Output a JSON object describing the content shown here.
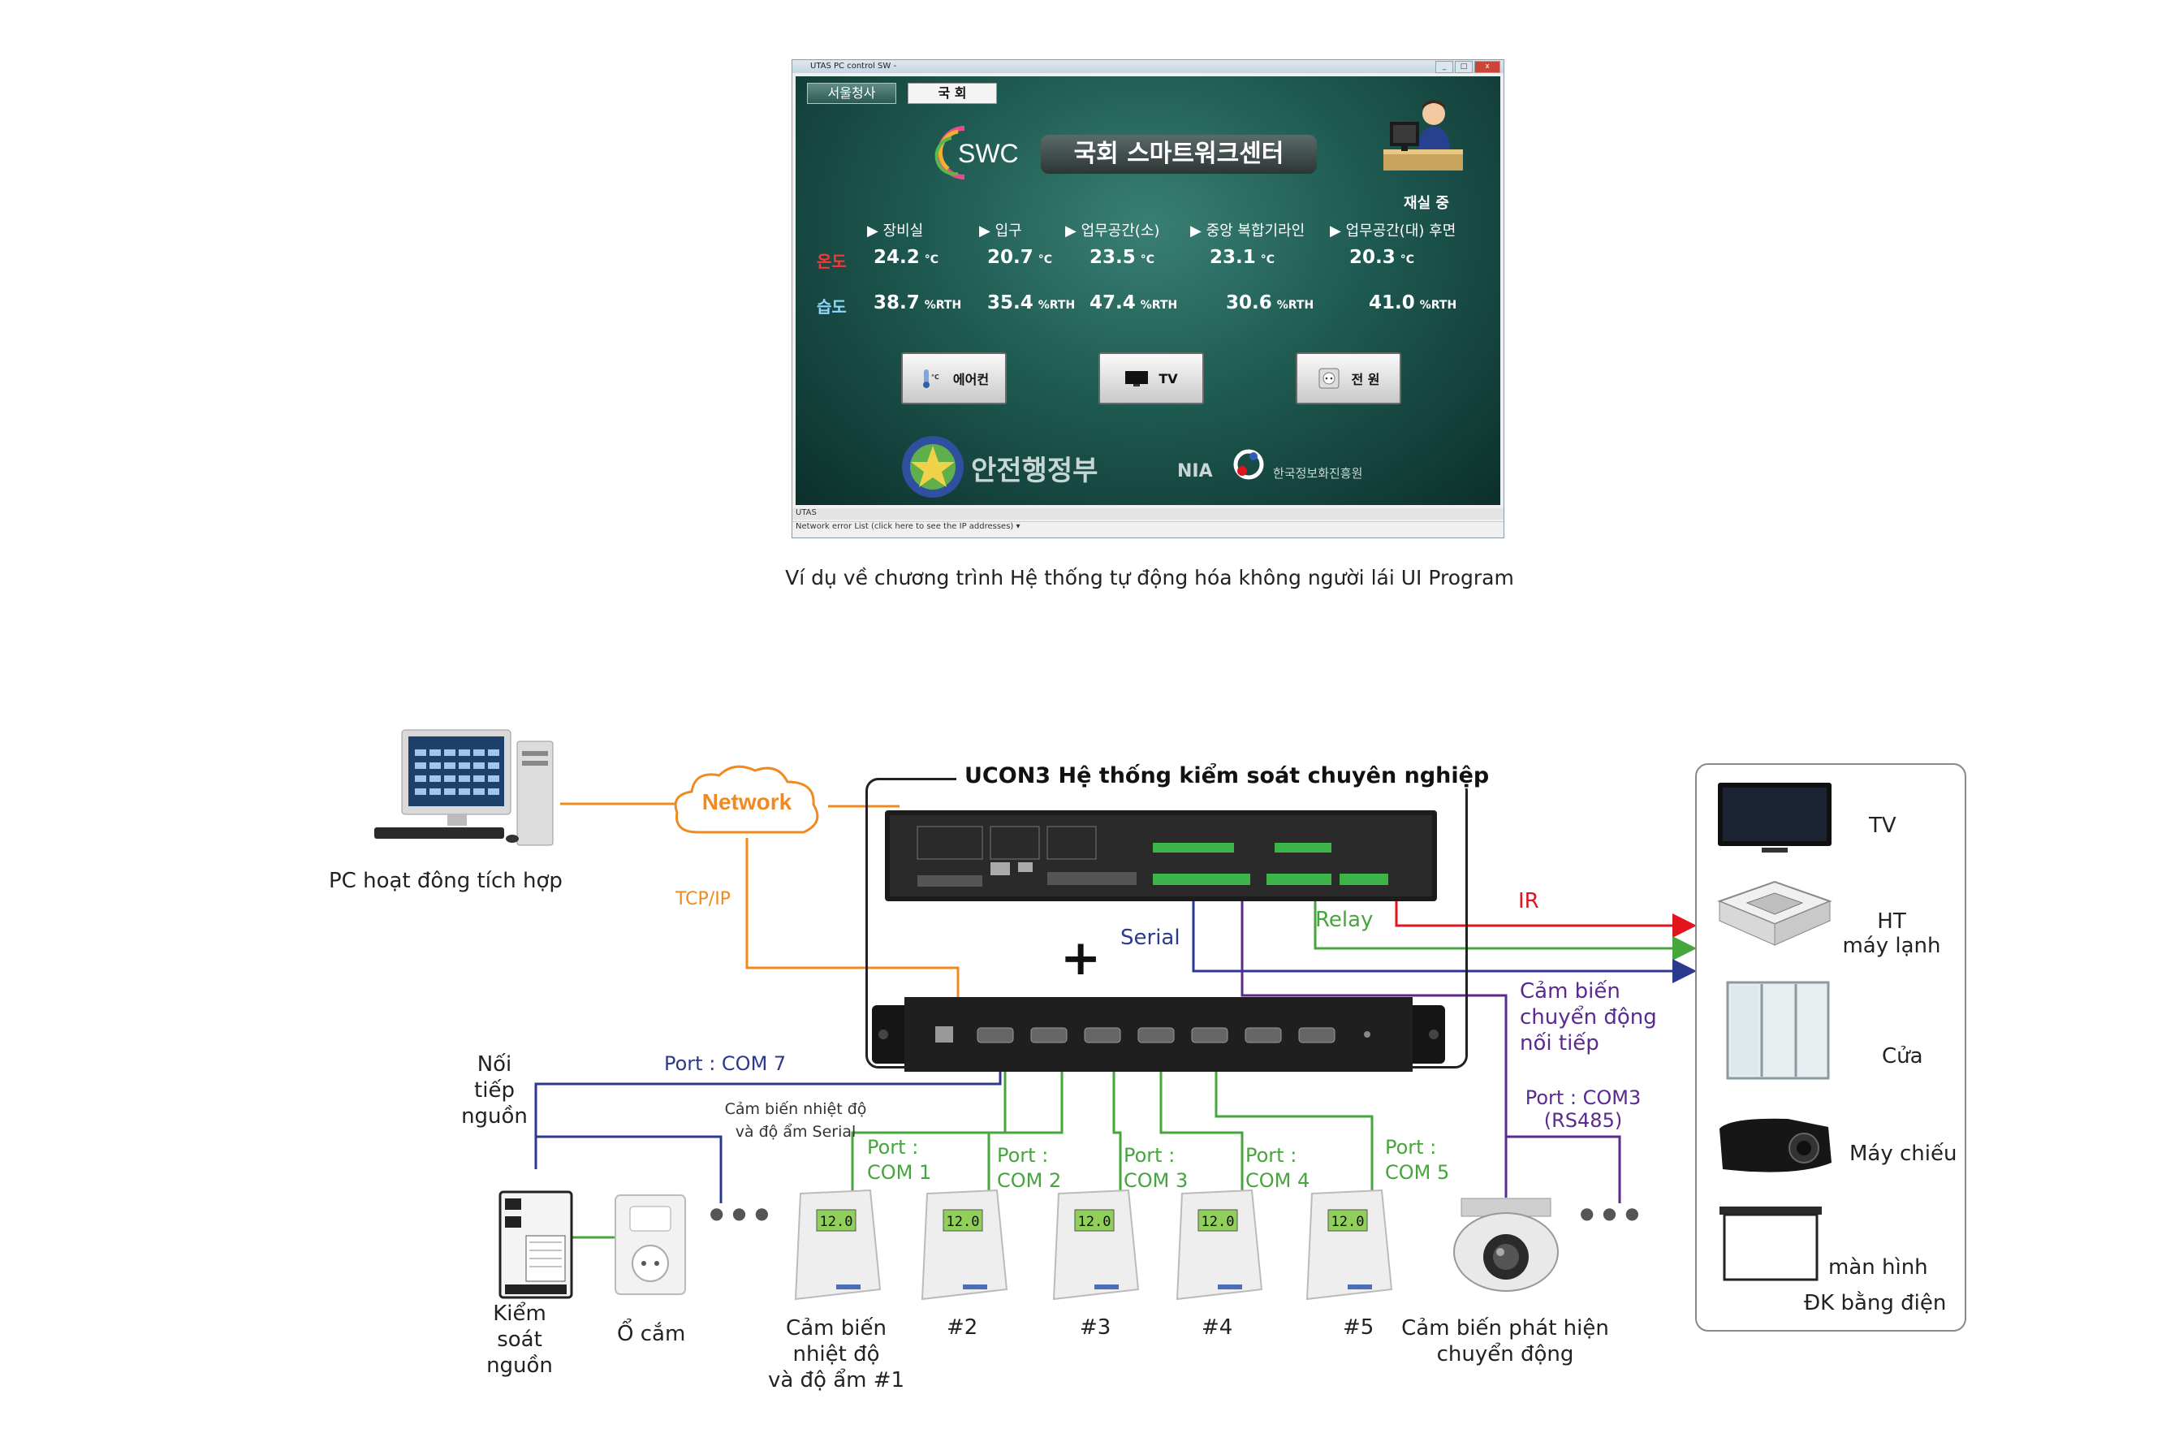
{
  "window": {
    "title": "UTAS PC control SW -",
    "controls": [
      "_",
      "□",
      "x"
    ],
    "tabs": [
      "서울청사",
      "국 회"
    ],
    "logo_text": "SWC",
    "banner": "국회 스마트워크센터",
    "status": "재실 중",
    "zones": [
      "▶ 장비실",
      "▶ 입구",
      "▶ 업무공간(소)",
      "▶ 중앙 복합기라인",
      "▶ 업무공간(대) 후면"
    ],
    "temp_label": "온도",
    "humidity_label": "습도",
    "temps": [
      "24.2",
      "20.7",
      "23.5",
      "23.1",
      "20.3"
    ],
    "temp_unit": "°C",
    "humidities": [
      "38.7",
      "35.4",
      "47.4",
      "30.6",
      "41.0"
    ],
    "humidity_unit": "%RTH",
    "buttons": [
      "에어컨",
      "TV",
      "전 원"
    ],
    "ac_icon_text": "°C",
    "gov_name": "안전행정부",
    "nia": "NIA",
    "nia_org": "한국정보화진흥원",
    "statusbar": "UTAS",
    "network_error": "Network error List (click here to see the IP addresses) ▾"
  },
  "caption": "Ví dụ về chương trình Hệ thống tự động hóa không người lái UI Program",
  "diagram": {
    "pc_label": "PC hoạt đông tích hợp",
    "network": "Network",
    "tcpip": "TCP/IP",
    "ucon3_title": "UCON3 Hệ thống kiểm soát chuyên nghiệp",
    "plus": "+",
    "serial": "Serial",
    "relay": "Relay",
    "ir": "IR",
    "motion_serial": [
      "Cảm biến",
      "chuyển động",
      "nối tiếp"
    ],
    "port_com7": "Port : COM 7",
    "power_serial": [
      "Nối",
      "tiếp",
      "nguồn"
    ],
    "th_serial": [
      "Cảm biến nhiệt độ",
      "và độ ẩm Serial"
    ],
    "ports": [
      [
        "Port :",
        "COM 1"
      ],
      [
        "Port :",
        "COM 2"
      ],
      [
        "Port :",
        "COM 3"
      ],
      [
        "Port :",
        "COM 4"
      ],
      [
        "Port :",
        "COM 5"
      ]
    ],
    "port_com3": [
      "Port : COM3",
      "(RS485)"
    ],
    "power_control": [
      "Kiểm",
      "soát",
      "nguồn"
    ],
    "outlet": "Ổ cắm",
    "sensor1": [
      "Cảm biến",
      "nhiệt độ",
      "và độ ẩm #1"
    ],
    "sensors": [
      "#2",
      "#3",
      "#4",
      "#5"
    ],
    "motion_sensor": [
      "Cảm biến phát hiện",
      "chuyển động"
    ],
    "sensor_display": "12.0",
    "dots": "● ● ●",
    "devices": [
      [
        "TV"
      ],
      [
        "HT",
        "máy lạnh"
      ],
      [
        "Cửa"
      ],
      [
        "Máy chiếu"
      ],
      [
        "màn hình"
      ]
    ],
    "screen_sub": "ĐK bằng điện",
    "colors": {
      "network": "#f08a20",
      "serial": "#2b3a8f",
      "relay": "#46a53d",
      "ir": "#e0151e",
      "motion": "#5a2a8f"
    }
  }
}
